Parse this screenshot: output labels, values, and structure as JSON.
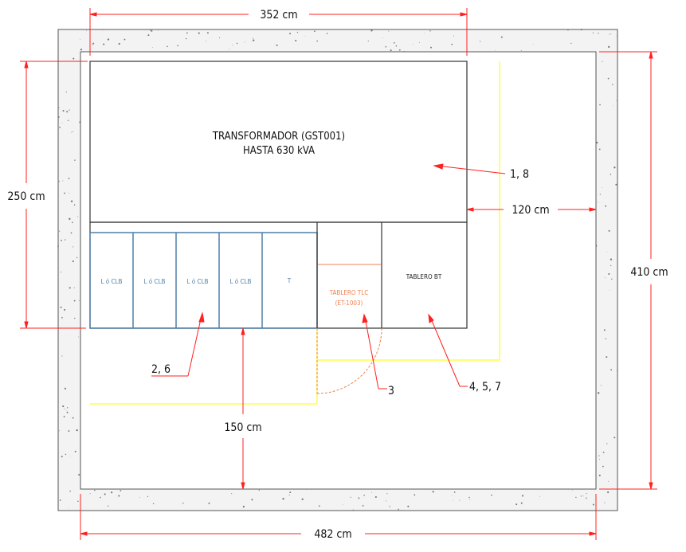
{
  "transformer": {
    "line1": "TRANSFORMADOR (GST001)",
    "line2": "HASTA 630 kVA"
  },
  "cells": [
    "L ó CLB",
    "L ó CLB",
    "L ó CLB",
    "L ó CLB",
    "T"
  ],
  "tablero_tlc": {
    "line1": "TABLERO TLC",
    "line2": "(ET-1003)"
  },
  "tablero_bt": "TABLERO BT",
  "dimensions": {
    "top": "352 cm",
    "left": "250 cm",
    "right": "410 cm",
    "bottom": "482 cm",
    "side_gap": "120 cm",
    "front": "150 cm"
  },
  "callouts": {
    "transformer": "1, 8",
    "cells": "2, 6",
    "tlc": "3",
    "bt": "4, 5, 7"
  },
  "colors": {
    "dimension": "#ff2020",
    "cell": "#4f7fa8",
    "tlc": "#f08050",
    "path": "#ffff40"
  }
}
